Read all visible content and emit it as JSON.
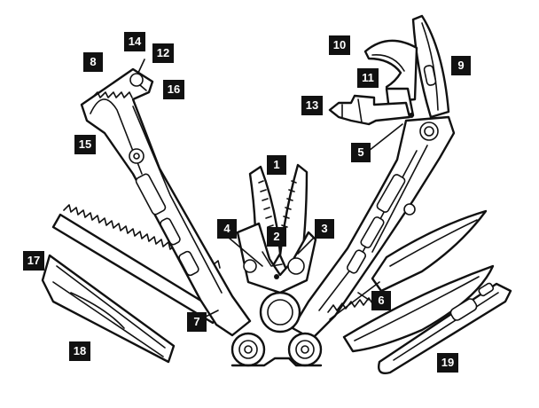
{
  "callouts": {
    "c1": "1",
    "c2": "2",
    "c3": "3",
    "c4": "4",
    "c5": "5",
    "c6": "6",
    "c7": "7",
    "c8": "8",
    "c9": "9",
    "c10": "10",
    "c11": "11",
    "c12": "12",
    "c13": "13",
    "c14": "14",
    "c15": "15",
    "c16": "16",
    "c17": "17",
    "c18": "18",
    "c19": "19"
  },
  "colors": {
    "ink": "#111111",
    "paper": "#ffffff",
    "tag_text": "#ffffff"
  }
}
